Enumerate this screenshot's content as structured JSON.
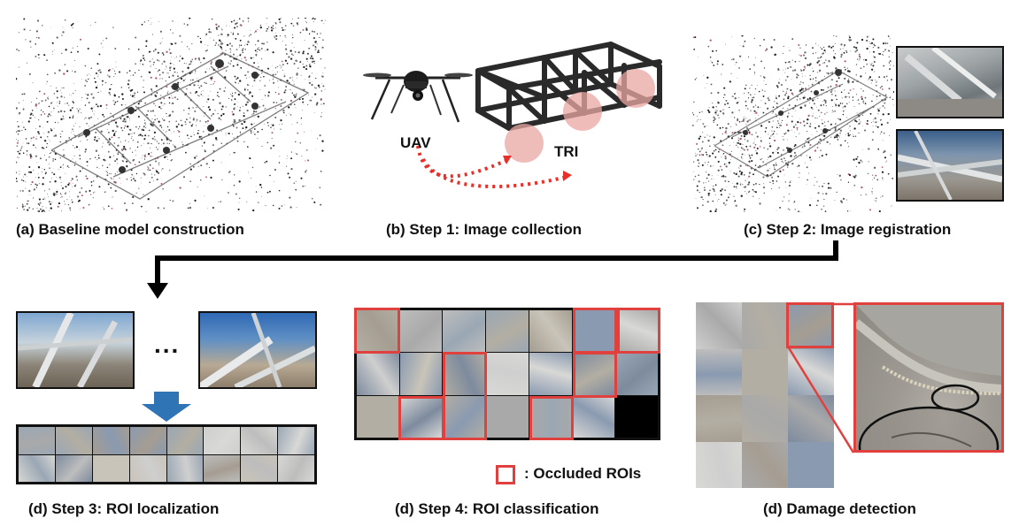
{
  "panels": {
    "a": {
      "caption": "(a) Baseline model construction"
    },
    "b": {
      "caption": "(b) Step 1: Image collection",
      "uav_label": "UAV",
      "tri_label": "TRI"
    },
    "c": {
      "caption": "(c) Step 2: Image registration"
    },
    "d1": {
      "caption": "(d) Step 3: ROI localization",
      "ellipsis": "..."
    },
    "d2": {
      "caption": "(d) Step 4: ROI classification",
      "legend_label": ": Occluded ROIs"
    },
    "d3": {
      "caption": "(d) Damage detection"
    }
  },
  "colors": {
    "occluded": "#e0413f",
    "arrow_blue": "#2f74b5",
    "flight_path": "#e8302b"
  }
}
